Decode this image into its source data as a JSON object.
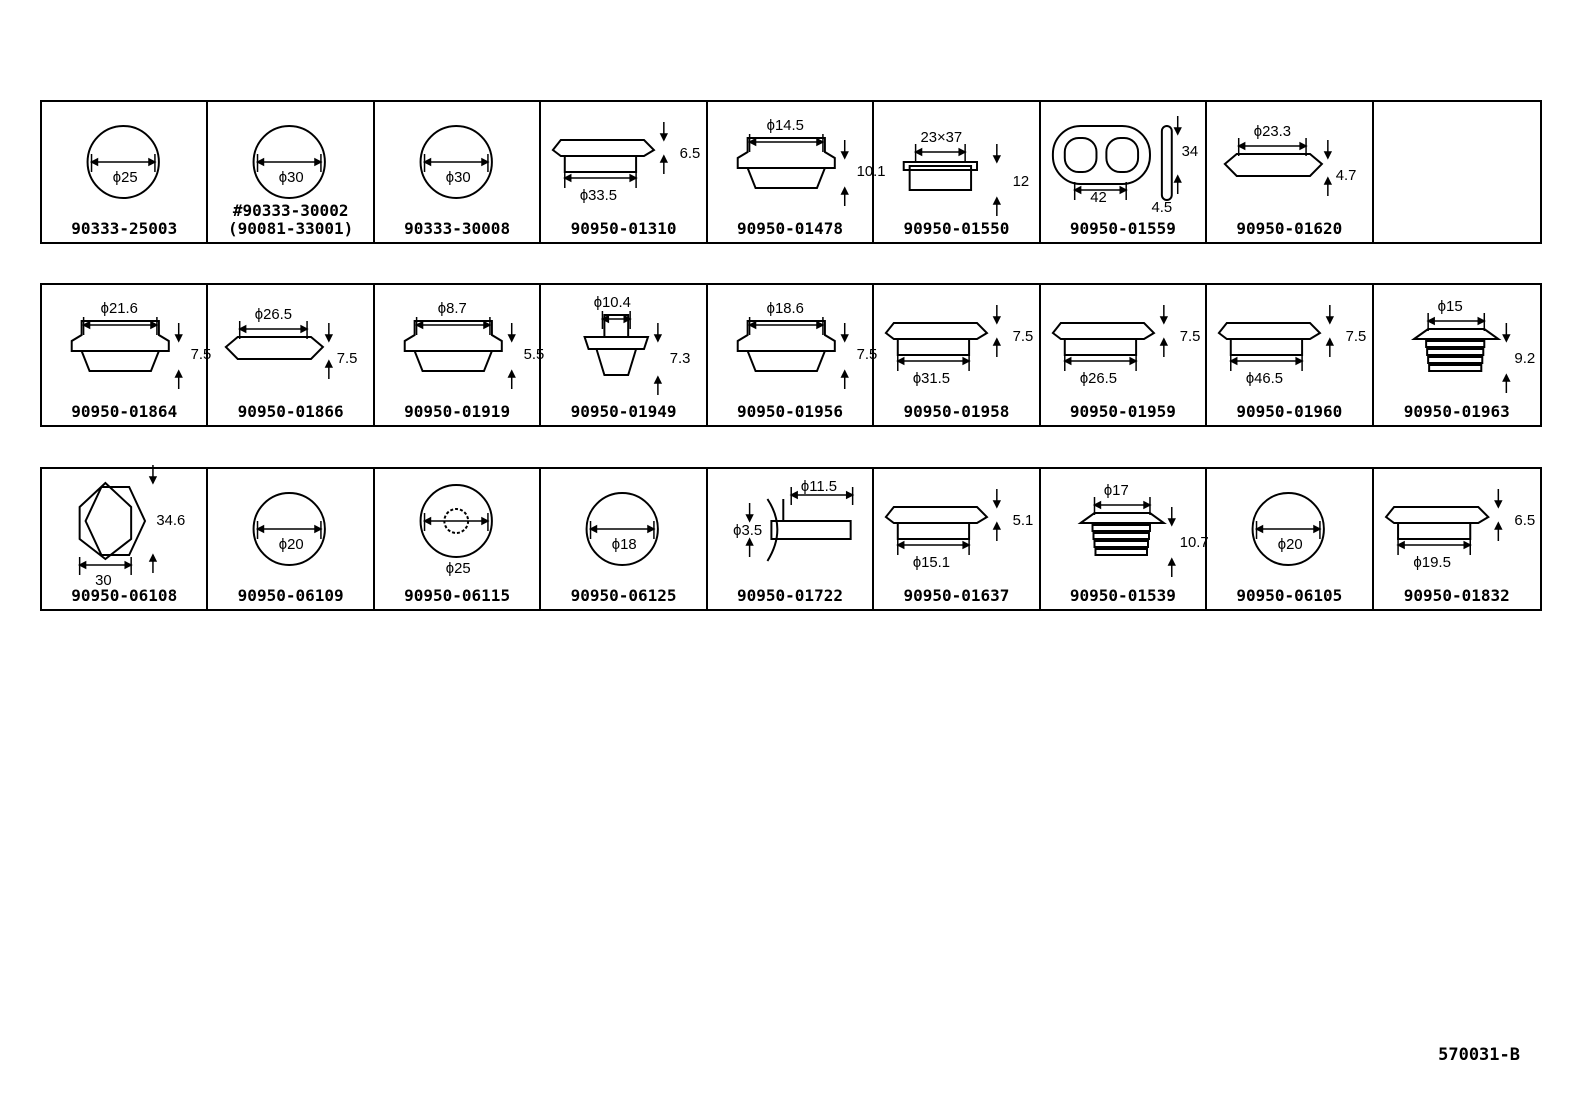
{
  "rows": [
    {
      "cells": [
        {
          "part_number": "90333-25003",
          "dims": [
            "ϕ25"
          ],
          "shape": "circle"
        },
        {
          "part_number": "#90333-30002",
          "alt_part_number": "(90081-33001)",
          "dims": [
            "ϕ30"
          ],
          "shape": "circle"
        },
        {
          "part_number": "90333-30008",
          "dims": [
            "ϕ30"
          ],
          "shape": "circle"
        },
        {
          "part_number": "90950-01310",
          "dims": [
            "6.5",
            "ϕ33.5"
          ],
          "shape": "flat-grommet"
        },
        {
          "part_number": "90950-01478",
          "dims": [
            "ϕ14.5",
            "10.1"
          ],
          "shape": "stepped-plug"
        },
        {
          "part_number": "90950-01550",
          "dims": [
            "23×37",
            "12"
          ],
          "shape": "rect-plug"
        },
        {
          "part_number": "90950-01559",
          "dims": [
            "34",
            "42",
            "4.5"
          ],
          "shape": "oval-grommet"
        },
        {
          "part_number": "90950-01620",
          "dims": [
            "ϕ23.3",
            "4.7"
          ],
          "shape": "flat-cap"
        },
        {
          "part_number": "",
          "dims": [],
          "shape": "empty"
        }
      ]
    },
    {
      "cells": [
        {
          "part_number": "90950-01864",
          "dims": [
            "ϕ21.6",
            "7.5"
          ],
          "shape": "stepped-plug"
        },
        {
          "part_number": "90950-01866",
          "dims": [
            "ϕ26.5",
            "7.5"
          ],
          "shape": "flat-cap"
        },
        {
          "part_number": "90950-01919",
          "dims": [
            "ϕ8.7",
            "5.5"
          ],
          "shape": "stepped-plug"
        },
        {
          "part_number": "90950-01949",
          "dims": [
            "ϕ10.4",
            "7.3"
          ],
          "shape": "knob-plug"
        },
        {
          "part_number": "90950-01956",
          "dims": [
            "ϕ18.6",
            "7.5"
          ],
          "shape": "stepped-plug"
        },
        {
          "part_number": "90950-01958",
          "dims": [
            "7.5",
            "ϕ31.5"
          ],
          "shape": "flat-grommet"
        },
        {
          "part_number": "90950-01959",
          "dims": [
            "7.5",
            "ϕ26.5"
          ],
          "shape": "flat-grommet"
        },
        {
          "part_number": "90950-01960",
          "dims": [
            "7.5",
            "ϕ46.5"
          ],
          "shape": "flat-grommet"
        },
        {
          "part_number": "90950-01963",
          "dims": [
            "ϕ15",
            "9.2"
          ],
          "shape": "ribbed-plug"
        }
      ]
    },
    {
      "cells": [
        {
          "part_number": "90950-06108",
          "dims": [
            "34.6",
            "30"
          ],
          "shape": "hexagon"
        },
        {
          "part_number": "90950-06109",
          "dims": [
            "ϕ20"
          ],
          "shape": "circle"
        },
        {
          "part_number": "90950-06115",
          "dims": [
            "ϕ25"
          ],
          "shape": "hatched-circle"
        },
        {
          "part_number": "90950-06125",
          "dims": [
            "ϕ18"
          ],
          "shape": "circle"
        },
        {
          "part_number": "90950-01722",
          "dims": [
            "ϕ11.5",
            "ϕ3.5"
          ],
          "shape": "clip"
        },
        {
          "part_number": "90950-01637",
          "dims": [
            "5.1",
            "ϕ15.1"
          ],
          "shape": "flat-grommet"
        },
        {
          "part_number": "90950-01539",
          "dims": [
            "ϕ17",
            "10.7"
          ],
          "shape": "ribbed-plug"
        },
        {
          "part_number": "90950-06105",
          "dims": [
            "ϕ20"
          ],
          "shape": "circle"
        },
        {
          "part_number": "90950-01832",
          "dims": [
            "6.5",
            "ϕ19.5"
          ],
          "shape": "flat-grommet"
        }
      ]
    }
  ],
  "footer": {
    "drawing_code": "570031-B"
  }
}
